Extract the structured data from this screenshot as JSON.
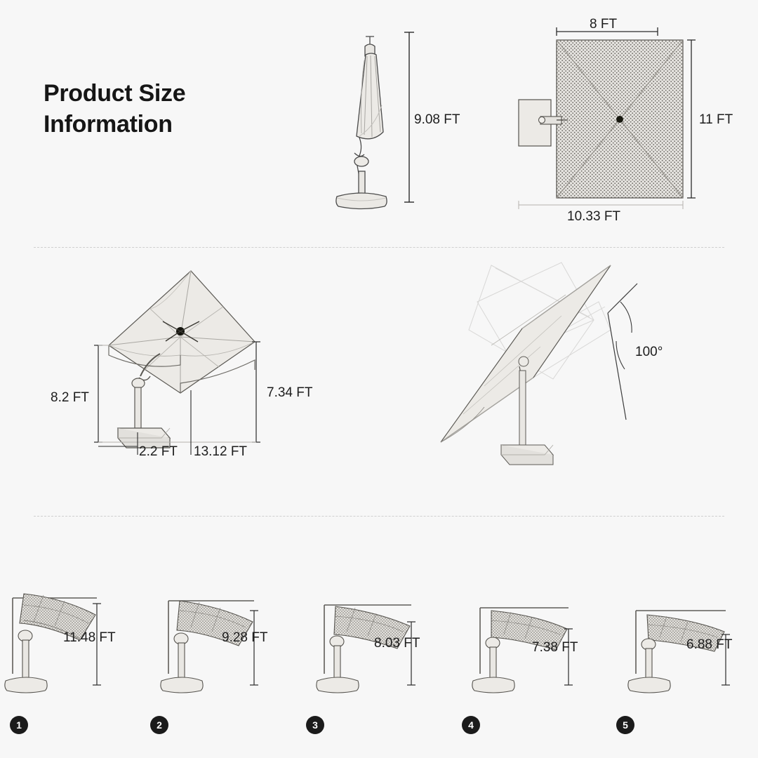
{
  "title": "Product Size\nInformation",
  "top_section": {
    "closed_view": {
      "height_label": "9.08 FT"
    },
    "top_view": {
      "width_label": "8 FT",
      "height_label": "11 FT",
      "diagonal_label": "10.33 FT"
    }
  },
  "middle_section": {
    "open_view": {
      "left_height_label": "8.2 FT",
      "right_height_label": "7.34 FT",
      "base_offset_label": "2.2 FT",
      "span_label": "13.12 FT"
    },
    "tilt_view": {
      "angle_label": "100°"
    }
  },
  "bottom_section": {
    "steps": [
      {
        "number": "1",
        "label": "11.48 FT"
      },
      {
        "number": "2",
        "label": "9.28 FT"
      },
      {
        "number": "3",
        "label": "8.03 FT"
      },
      {
        "number": "4",
        "label": "7.38 FT"
      },
      {
        "number": "5",
        "label": "6.88 FT"
      }
    ]
  },
  "colors": {
    "background": "#f7f7f7",
    "ink": "#1a1a1a",
    "line": "#3a3a3a",
    "light_line": "#b8b8b8",
    "canopy_fill": "#e2e0dc",
    "badge": "#1b1b1b"
  }
}
